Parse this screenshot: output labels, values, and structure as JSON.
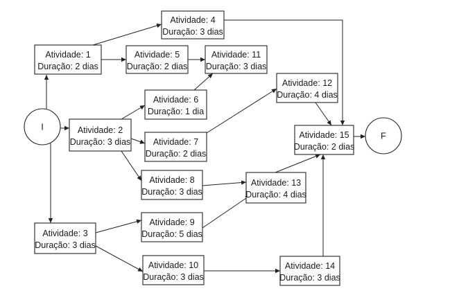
{
  "diagram": {
    "start_node": {
      "label": "I"
    },
    "end_node": {
      "label": "F"
    },
    "activities": [
      {
        "id": "1",
        "activity": "Atividade: 1",
        "duration": "Duração: 2 dias"
      },
      {
        "id": "2",
        "activity": "Atividade: 2",
        "duration": "Duração: 3 dias"
      },
      {
        "id": "3",
        "activity": "Atividade: 3",
        "duration": "Duração: 3 dias"
      },
      {
        "id": "4",
        "activity": "Atividade: 4",
        "duration": "Duração: 3 dias"
      },
      {
        "id": "5",
        "activity": "Atividade: 5",
        "duration": "Duração: 2 dias"
      },
      {
        "id": "6",
        "activity": "Atividade: 6",
        "duration": "Duração: 1 dia"
      },
      {
        "id": "7",
        "activity": "Atividade: 7",
        "duration": "Duração: 2 dias"
      },
      {
        "id": "8",
        "activity": "Atividade: 8",
        "duration": "Duração: 3 dias"
      },
      {
        "id": "9",
        "activity": "Atividade: 9",
        "duration": "Duração: 5 dias"
      },
      {
        "id": "10",
        "activity": "Atividade: 10",
        "duration": "Duração: 3 dias"
      },
      {
        "id": "11",
        "activity": "Atividade: 11",
        "duration": "Duração: 3 dias"
      },
      {
        "id": "12",
        "activity": "Atividade: 12",
        "duration": "Duração: 4 dias"
      },
      {
        "id": "13",
        "activity": "Atividade: 13",
        "duration": "Duração: 4 dias"
      },
      {
        "id": "14",
        "activity": "Atividade: 14",
        "duration": "Duração: 3 dias"
      },
      {
        "id": "15",
        "activity": "Atividade: 15",
        "duration": "Duração: 2 dias"
      }
    ],
    "edges": [
      [
        "I",
        "1"
      ],
      [
        "I",
        "2"
      ],
      [
        "I",
        "3"
      ],
      [
        "1",
        "4"
      ],
      [
        "1",
        "5"
      ],
      [
        "2",
        "6"
      ],
      [
        "2",
        "7"
      ],
      [
        "2",
        "8"
      ],
      [
        "3",
        "9"
      ],
      [
        "3",
        "10"
      ],
      [
        "5",
        "11"
      ],
      [
        "6",
        "11"
      ],
      [
        "7",
        "12"
      ],
      [
        "8",
        "13"
      ],
      [
        "9",
        "13"
      ],
      [
        "10",
        "14"
      ],
      [
        "4",
        "15"
      ],
      [
        "12",
        "15"
      ],
      [
        "13",
        "15"
      ],
      [
        "14",
        "15"
      ],
      [
        "15",
        "F"
      ]
    ]
  }
}
